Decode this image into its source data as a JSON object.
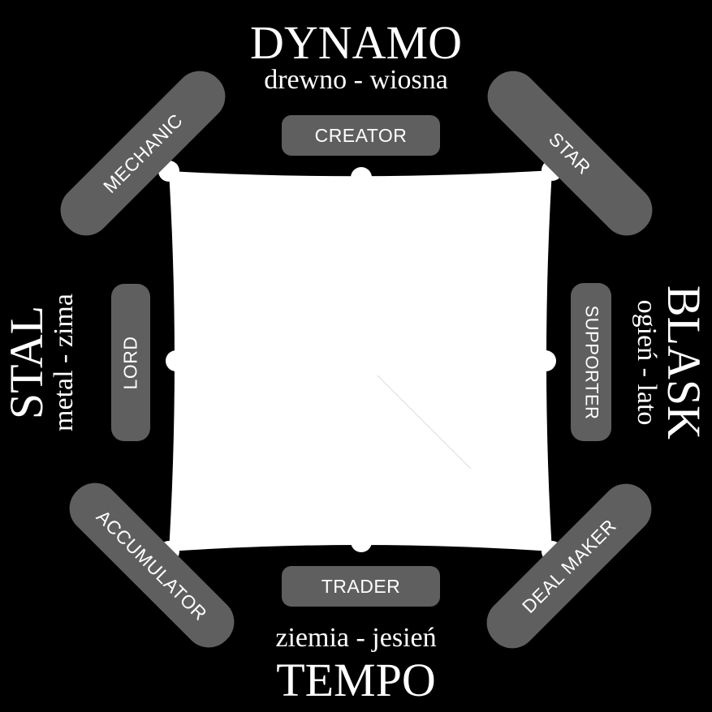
{
  "colors": {
    "background": "#000000",
    "pill": "#5f5f5f",
    "shape": "#ffffff"
  },
  "top": {
    "title": "DYNAMO",
    "subtitle": "drewno - wiosna"
  },
  "bottom": {
    "title": "TEMPO",
    "subtitle": "ziemia - jesień"
  },
  "left": {
    "title": "STAL",
    "subtitle": "metal - zima"
  },
  "right": {
    "title": "BLASK",
    "subtitle": "ogień - lato"
  },
  "profiles": {
    "creator": "CREATOR",
    "star": "STAR",
    "supporter": "SUPPORTER",
    "deal_maker": "DEAL MAKER",
    "trader": "TRADER",
    "accumulator": "ACCUMULATOR",
    "lord": "LORD",
    "mechanic": "MECHANIC"
  }
}
